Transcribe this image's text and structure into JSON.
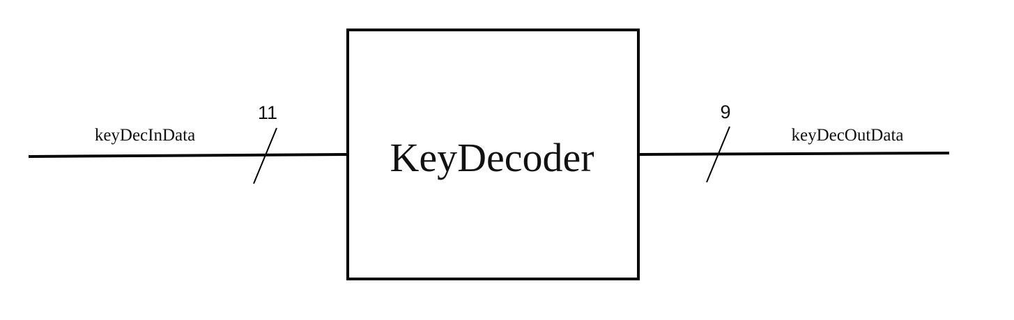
{
  "block": {
    "title": "KeyDecoder"
  },
  "input": {
    "signal_name": "keyDecInData",
    "bus_width": "11"
  },
  "output": {
    "signal_name": "keyDecOutData",
    "bus_width": "9"
  }
}
